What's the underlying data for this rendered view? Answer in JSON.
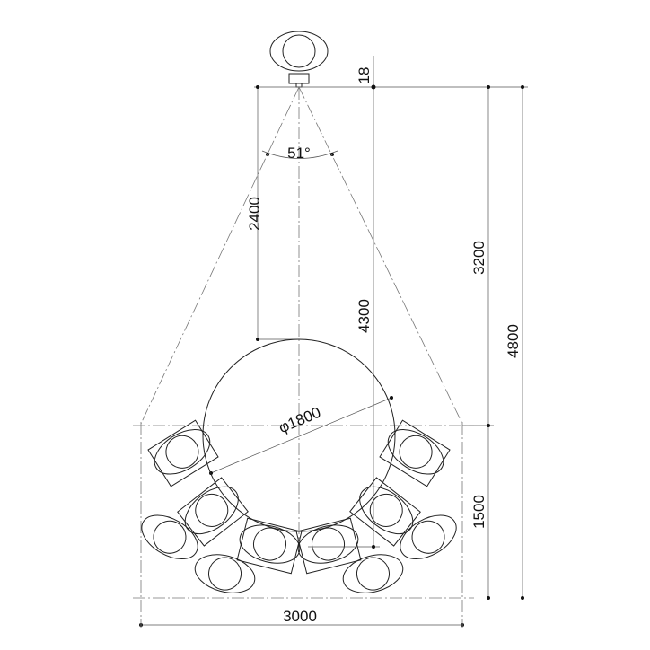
{
  "drawing": {
    "dimensions": {
      "canopy_gap": "18",
      "angle": "51°",
      "drop_to_sphere": "2400",
      "drop_to_bottom": "4300",
      "height_upper": "3200",
      "total_height": "4800",
      "body_height": "1500",
      "width": "3000",
      "diameter": "φ1800"
    }
  }
}
